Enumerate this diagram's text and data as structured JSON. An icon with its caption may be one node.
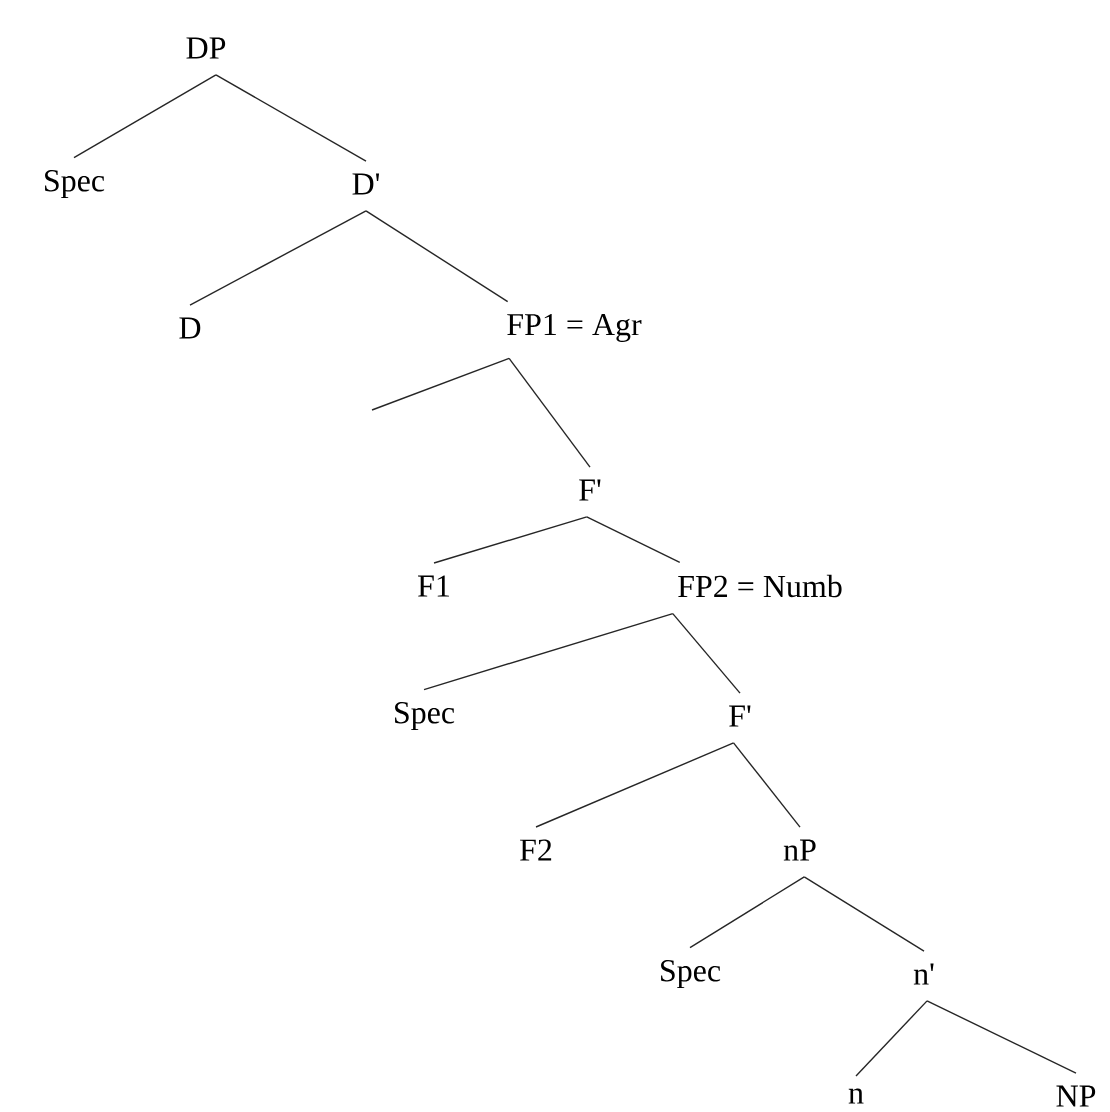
{
  "diagram": {
    "nodes": [
      {
        "text": [
          "DP"
        ]
      },
      {
        "text": [
          "Spec"
        ]
      },
      {
        "text": [
          "D'"
        ]
      },
      {
        "text": [
          "D"
        ]
      },
      {
        "text": [
          "FP1 = Agr"
        ]
      },
      {
        "text": [
          "F'"
        ]
      },
      {
        "text": [
          "F1"
        ]
      },
      {
        "text": [
          "FP2 = Numb"
        ]
      },
      {
        "text": [
          "Spec"
        ]
      },
      {
        "text": [
          "F'"
        ]
      },
      {
        "text": [
          "F2"
        ]
      },
      {
        "text": [
          "nP"
        ]
      },
      {
        "text": [
          "Spec"
        ]
      },
      {
        "text": [
          "n'"
        ]
      },
      {
        "text": [
          "n"
        ]
      },
      {
        "text": [
          "NP"
        ]
      }
    ],
    "edges": [
      {
        "from": 0,
        "to": 1,
        "arrow": "none"
      },
      {
        "from": 0,
        "to": 2,
        "arrow": "none"
      },
      {
        "from": 2,
        "to": 3,
        "arrow": "none"
      },
      {
        "from": 2,
        "to": 4,
        "arrow": "none"
      },
      {
        "from": 4,
        "to": null,
        "arrow": "none"
      },
      {
        "from": 4,
        "to": 5,
        "arrow": "none"
      },
      {
        "from": 5,
        "to": 6,
        "arrow": "none"
      },
      {
        "from": 5,
        "to": 7,
        "arrow": "none"
      },
      {
        "from": 7,
        "to": 8,
        "arrow": "none"
      },
      {
        "from": 7,
        "to": 9,
        "arrow": "none"
      },
      {
        "from": 9,
        "to": 10,
        "arrow": "none"
      },
      {
        "from": 9,
        "to": 11,
        "arrow": "none"
      },
      {
        "from": 11,
        "to": 12,
        "arrow": "none"
      },
      {
        "from": 11,
        "to": 13,
        "arrow": "none"
      },
      {
        "from": 13,
        "to": 14,
        "arrow": "none"
      },
      {
        "from": 13,
        "to": 15,
        "arrow": "none"
      }
    ]
  }
}
